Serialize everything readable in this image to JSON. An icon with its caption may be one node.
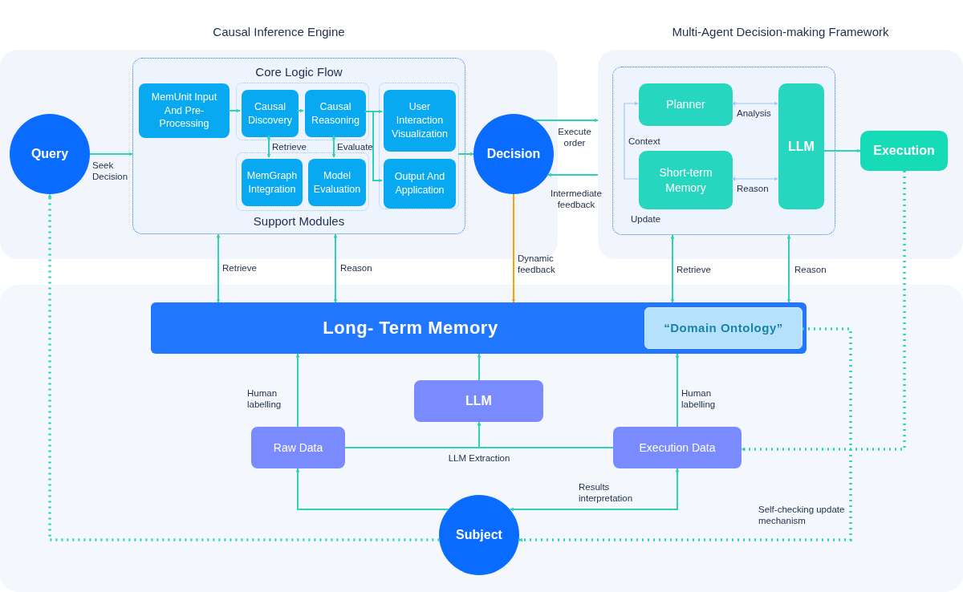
{
  "diagram": {
    "nodes": [
      {
        "text": [
          "Causal Inference Engine"
        ]
      },
      {
        "text": [
          "Core Logic Flow",
          "Support Modules"
        ],
        "in": 0
      },
      {
        "text": [
          "MemUnit Input And Pre-Processing"
        ],
        "in": 1
      },
      {
        "text": [],
        "shape": "box",
        "in": 1
      },
      {
        "text": [
          "Causal Discovery"
        ],
        "in": 3
      },
      {
        "text": [
          "Causal Reasoning"
        ],
        "in": 3
      },
      {
        "text": [],
        "shape": "box",
        "in": 1
      },
      {
        "text": [
          "User Interaction Visualization"
        ],
        "in": 6
      },
      {
        "text": [
          "Output And Application"
        ],
        "in": 6
      },
      {
        "text": [],
        "shape": "box",
        "in": 1
      },
      {
        "text": [
          "MemGraph Integration"
        ],
        "in": 9
      },
      {
        "text": [
          "Model Evaluation"
        ],
        "in": 9
      },
      {
        "text": [
          "Query"
        ],
        "in": 0
      },
      {
        "text": [
          "Decision"
        ],
        "in": 0
      },
      {
        "text": [
          "Multi-Agent Decision-making Framework"
        ]
      },
      {
        "text": [],
        "shape": "box",
        "in": 14
      },
      {
        "text": [
          "Planner"
        ],
        "in": 15
      },
      {
        "text": [
          "Short-term Memory"
        ],
        "in": 15
      },
      {
        "text": [
          "LLM"
        ],
        "in": 15
      },
      {
        "text": [
          "Execution"
        ],
        "in": 14
      },
      {
        "text": [],
        "shape": "box"
      },
      {
        "text": [
          "Long- Term Memory"
        ],
        "in": 20
      },
      {
        "text": [
          "“Domain Ontology”"
        ],
        "in": 21
      },
      {
        "text": [
          "LLM"
        ],
        "in": 20
      },
      {
        "text": [
          "Raw Data"
        ],
        "in": 20
      },
      {
        "text": [
          "Execution Data"
        ],
        "in": 20
      },
      {
        "text": [
          "Subject"
        ],
        "in": 20
      }
    ],
    "edges": [
      {
        "from": 12,
        "to": 1,
        "arrow": "to",
        "label": "Seek Decision"
      },
      {
        "from": 2,
        "to": 4,
        "arrow": "to"
      },
      {
        "from": 4,
        "to": 5,
        "arrow": "to"
      },
      {
        "from": 5,
        "to": 7,
        "arrow": "to"
      },
      {
        "from": 5,
        "to": 8,
        "arrow": "to"
      },
      {
        "from": 4,
        "to": 10,
        "arrow": "both",
        "label": "Retrieve"
      },
      {
        "from": 5,
        "to": 11,
        "arrow": "both",
        "label": "Evaluate"
      },
      {
        "from": 6,
        "to": 13,
        "arrow": "to"
      },
      {
        "from": 13,
        "to": 14,
        "arrow": "to",
        "label": "Execute order"
      },
      {
        "from": 14,
        "to": 13,
        "arrow": "to",
        "label": "Intermediate feedback"
      },
      {
        "from": 16,
        "to": 18,
        "arrow": "both",
        "label": "Analysis",
        "color": "#9cc8f5"
      },
      {
        "from": 17,
        "to": 18,
        "arrow": "both",
        "label": "Reason",
        "color": "#9cc8f5"
      },
      {
        "from": 17,
        "to": 16,
        "arrow": "to",
        "label": "Context",
        "color": "#9cc8f5"
      },
      {
        "from": 18,
        "to": 19,
        "arrow": "to"
      },
      {
        "from": 19,
        "to": 25,
        "arrow": "to",
        "style": "dashed"
      },
      {
        "from": 13,
        "to": 21,
        "arrow": "to",
        "label": "Dynamic feedback",
        "color": "#f0a500"
      },
      {
        "from": 21,
        "to": 1,
        "arrow": "both",
        "label": "Retrieve"
      },
      {
        "from": 21,
        "to": 1,
        "arrow": "both",
        "label": "Reason"
      },
      {
        "from": 21,
        "to": 15,
        "arrow": "both",
        "label": "Retrieve"
      },
      {
        "from": 21,
        "to": 15,
        "arrow": "both",
        "label": "Reason"
      },
      {
        "from": 24,
        "to": 21,
        "arrow": "to",
        "label": "Human labelling"
      },
      {
        "from": 23,
        "to": 21,
        "arrow": "to"
      },
      {
        "from": 25,
        "to": 21,
        "arrow": "to",
        "label": "Human labelling"
      },
      {
        "from": 24,
        "to": 23,
        "arrow": "to",
        "label": "LLM Extraction"
      },
      {
        "from": 25,
        "to": 23,
        "arrow": "to"
      },
      {
        "from": 26,
        "to": 24,
        "arrow": "to"
      },
      {
        "from": 26,
        "to": 25,
        "arrow": "both",
        "label": "Results interpretation"
      },
      {
        "from": 22,
        "to": 26,
        "arrow": "to",
        "style": "dashed",
        "label": "Self-checking update mechanism"
      },
      {
        "from": 26,
        "to": 12,
        "arrow": "to",
        "style": "dashed"
      }
    ],
    "labels": [
      "Update"
    ]
  }
}
